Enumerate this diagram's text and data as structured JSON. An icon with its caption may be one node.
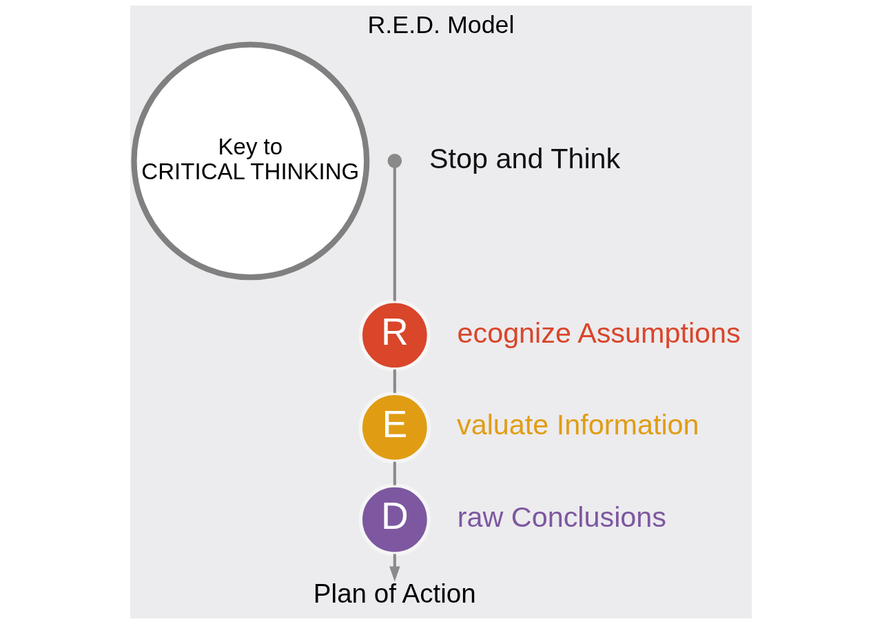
{
  "diagram": {
    "title": "R.E.D. Model",
    "nodes": [
      {
        "text": [
          "Key to",
          "CRITICAL THINKING"
        ]
      },
      {
        "text": [],
        "shape": "circle",
        "beside": [
          "Stop and Think"
        ]
      },
      {
        "text": [
          "R"
        ],
        "beside": [
          "ecognize Assumptions"
        ]
      },
      {
        "text": [
          "E"
        ],
        "beside": [
          "valuate Information"
        ]
      },
      {
        "text": [
          "D"
        ],
        "beside": [
          "raw Conclusions"
        ]
      },
      {
        "text": [
          "Plan of Action"
        ]
      }
    ],
    "edges": [
      {
        "from": 1,
        "to": 2,
        "arrow": "none"
      },
      {
        "from": 2,
        "to": 3,
        "arrow": "none"
      },
      {
        "from": 3,
        "to": 4,
        "arrow": "none"
      },
      {
        "from": 4,
        "to": 5,
        "arrow": "to"
      }
    ]
  }
}
